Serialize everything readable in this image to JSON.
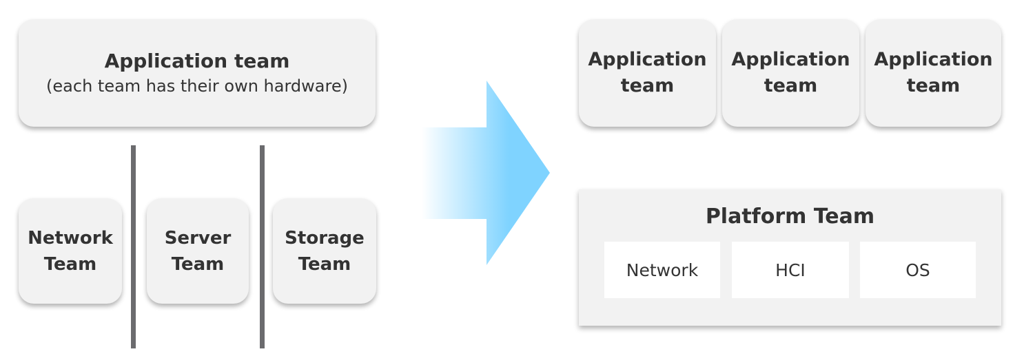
{
  "before": {
    "app_team": {
      "title": "Application team",
      "subtitle": "(each team has their own hardware)"
    },
    "infra_teams": [
      {
        "label": "Network\nTeam"
      },
      {
        "label": "Server\nTeam"
      },
      {
        "label": "Storage\nTeam"
      }
    ]
  },
  "after": {
    "app_teams": [
      {
        "label": "Application\nteam"
      },
      {
        "label": "Application\nteam"
      },
      {
        "label": "Application\nteam"
      }
    ],
    "platform": {
      "title": "Platform Team",
      "components": [
        {
          "label": "Network"
        },
        {
          "label": "HCI"
        },
        {
          "label": "OS"
        }
      ]
    }
  },
  "colors": {
    "box_fill": "#f2f2f2",
    "text": "#333333",
    "divider": "#6b6b6e",
    "arrow_start": "#ffffff",
    "arrow_end": "#7fd3ff"
  }
}
